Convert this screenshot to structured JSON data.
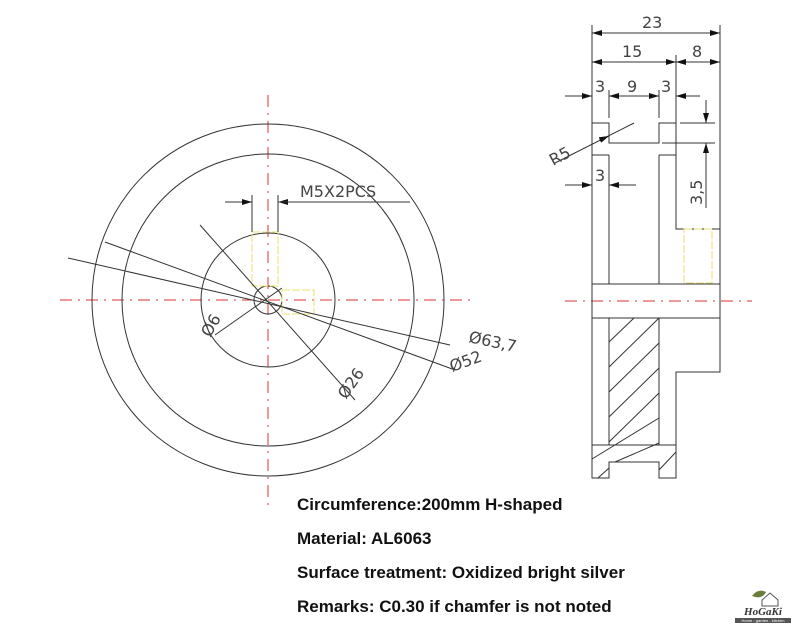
{
  "front_view": {
    "dimensions": [
      "M5X2PCS",
      "Ø6",
      "Ø26",
      "Ø52",
      "Ø63,7"
    ]
  },
  "side_view": {
    "dimensions": [
      "23",
      "15",
      "8",
      "3",
      "9",
      "3",
      "R5",
      "3",
      "3,5"
    ]
  },
  "notes": [
    "Circumference:200mm H-shaped",
    "Material: AL6063",
    "Surface treatment: Oxidized bright silver",
    "Remarks: C0.30 if chamfer is not noted"
  ],
  "logo": {
    "name": "HoGaKi",
    "tagline": "Home - garden - kitchen"
  }
}
